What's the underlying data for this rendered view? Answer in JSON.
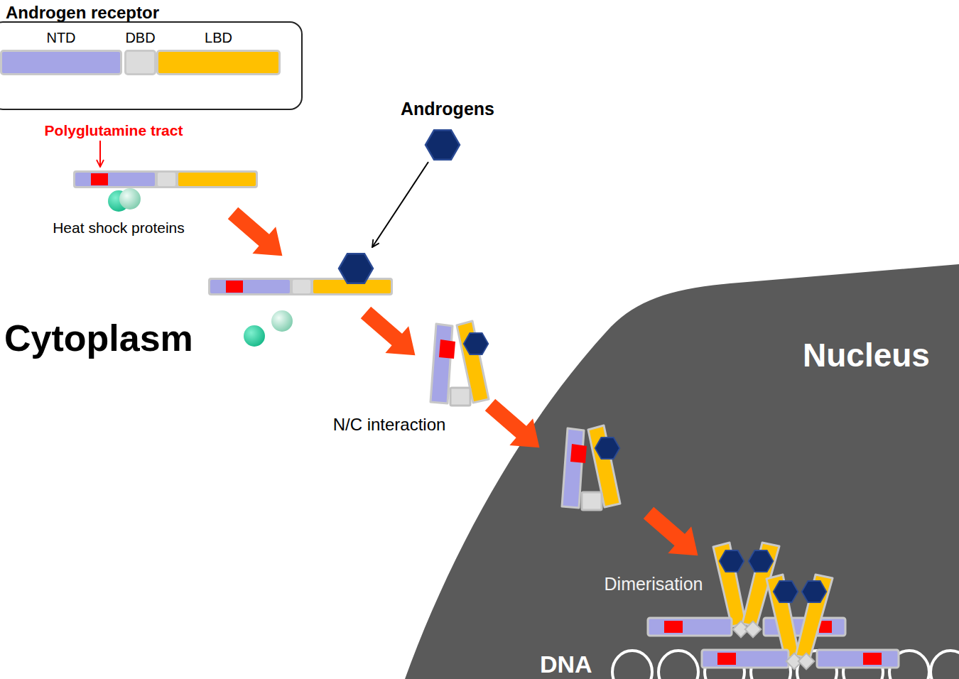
{
  "diagram": {
    "nodes": [
      {
        "text": [
          "Androgen receptor"
        ]
      },
      {
        "text": [
          "NTD"
        ],
        "in": 0
      },
      {
        "text": [
          "DBD"
        ],
        "in": 0
      },
      {
        "text": [
          "LBD"
        ],
        "in": 0
      },
      {
        "text": [
          "Nucleus"
        ]
      }
    ],
    "labels": [
      "Polyglutamine tract",
      "Androgens",
      "Heat shock proteins",
      "Cytoplasm",
      "N/C interaction",
      "Dimerisation",
      "DNA"
    ]
  }
}
